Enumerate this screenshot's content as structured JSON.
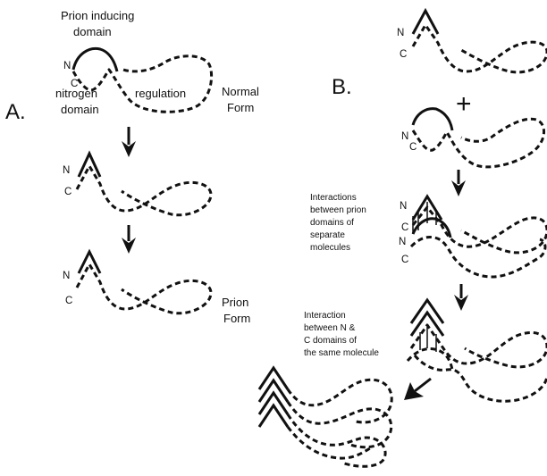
{
  "panel_a": {
    "letter": "A.",
    "prion_inducing_line1": "Prion inducing",
    "prion_inducing_line2": "domain",
    "n_label": "N",
    "c_label": "C",
    "nitrogen_line1": "nitrogen",
    "nitrogen_line2": "domain",
    "regulation": "regulation",
    "normal_line1": "Normal",
    "normal_line2": "Form",
    "prion_line1": "Prion",
    "prion_line2": "Form"
  },
  "panel_b": {
    "letter": "B.",
    "plus": "+",
    "n_label": "N",
    "c_label": "C",
    "interactions_prion": [
      "Interactions",
      "between prion",
      "domains of",
      "separate",
      "molecules"
    ],
    "interaction_nc": [
      "Interaction",
      "between N &",
      "C domains of",
      "the same molecule"
    ]
  },
  "colors": {
    "ink": "#111111",
    "background": "#ffffff"
  }
}
